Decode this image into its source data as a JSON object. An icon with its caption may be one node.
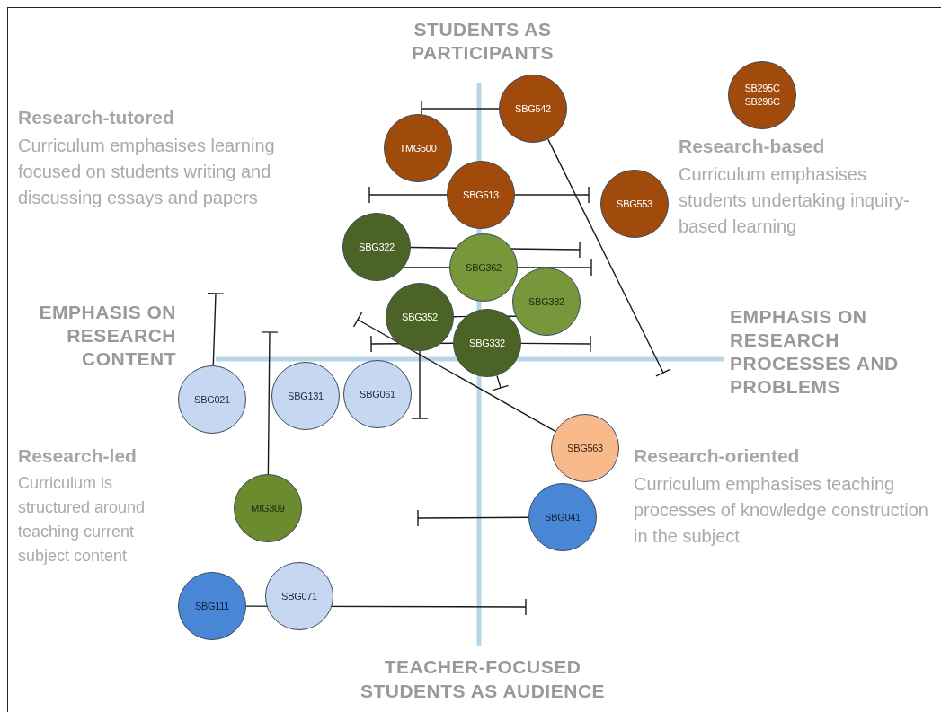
{
  "diagram": {
    "nodes": [
      {
        "text": [
          "SB295C",
          "SB296C"
        ]
      },
      {
        "text": [
          "SBG542"
        ]
      },
      {
        "text": [
          "TMG500"
        ]
      },
      {
        "text": [
          "SBG513"
        ]
      },
      {
        "text": [
          "SBG553"
        ]
      },
      {
        "text": [
          "SBG322"
        ]
      },
      {
        "text": [
          "SBG362"
        ]
      },
      {
        "text": [
          "SBG382"
        ]
      },
      {
        "text": [
          "SBG352"
        ]
      },
      {
        "text": [
          "SBG332"
        ]
      },
      {
        "text": [
          "SBG021"
        ]
      },
      {
        "text": [
          "SBG131"
        ]
      },
      {
        "text": [
          "SBG061"
        ]
      },
      {
        "text": [
          "SBG563"
        ]
      },
      {
        "text": [
          "MIG309"
        ]
      },
      {
        "text": [
          "SBG041"
        ]
      },
      {
        "text": [
          "SBG071"
        ]
      },
      {
        "text": [
          "SBG111"
        ]
      }
    ],
    "labels": [
      "STUDENTS AS PARTICIPANTS",
      "Research-tutored",
      "Curriculum emphasises learning focused on students writing and discussing essays and papers",
      "Research-based",
      "Curriculum emphasises students undertaking inquiry-based learning",
      "EMPHASIS ON RESEARCH CONTENT",
      "EMPHASIS ON RESEARCH PROCESSES AND PROBLEMS",
      "Research-led",
      "Curriculum is structured around teaching current subject content",
      "Research-oriented",
      "Curriculum emphasises teaching processes of knowledge construction in the subject",
      "TEACHER-FOCUSED",
      "STUDENTS AS AUDIENCE"
    ]
  }
}
